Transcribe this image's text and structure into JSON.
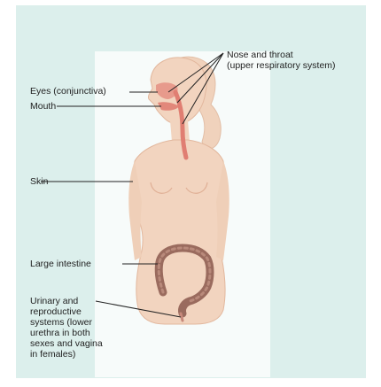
{
  "labels": {
    "eyes": "Eyes (conjunctiva)",
    "mouth": "Mouth",
    "skin": "Skin",
    "nose_throat_line1": "Nose and throat",
    "nose_throat_line2": "(upper respiratory system)",
    "large_intestine": "Large intestine",
    "urinary_line1": "Urinary and",
    "urinary_line2": "reproductive",
    "urinary_line3": "systems (lower",
    "urinary_line4": "urethra in both",
    "urinary_line5": "sexes and vagina",
    "urinary_line6": "in females)"
  },
  "colors": {
    "background_panel": "#dcefec",
    "skin": "#f2d4bf",
    "skin_shade": "#e8bfa6",
    "airway": "#e07e72",
    "intestine": "#9a6b5e",
    "leader_line": "#222222"
  }
}
